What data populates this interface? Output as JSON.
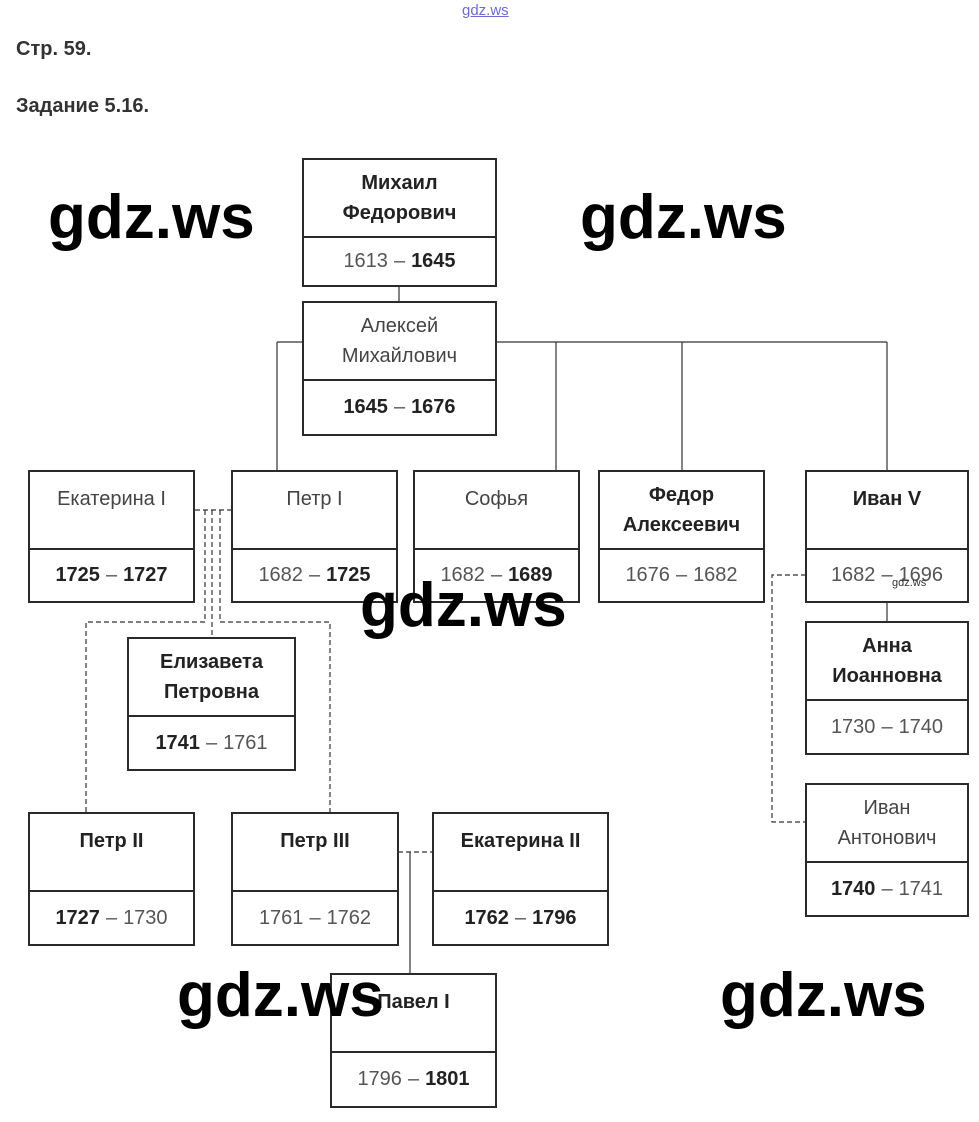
{
  "header": {
    "page": "Стр. 59.",
    "task": "Задание 5.16."
  },
  "watermarks": {
    "top_link": "gdz.ws",
    "large": "gdz.ws",
    "small": "gdz.ws"
  },
  "nodes": {
    "mikhail": {
      "name": "Михаил\nФедорович",
      "y1": "1613",
      "y2": "1645"
    },
    "aleksei": {
      "name": "Алексей\nМихайлович",
      "y1": "1645",
      "y2": "1676"
    },
    "ekaterina1": {
      "name": "Екатерина I",
      "y1": "1725",
      "y2": "1727"
    },
    "petr1": {
      "name": "Петр I",
      "y1": "1682",
      "y2": "1725"
    },
    "sofya": {
      "name": "Софья",
      "y1": "1682",
      "y2": "1689"
    },
    "fedor": {
      "name": "Федор\nАлексеевич",
      "y1": "1676",
      "y2": "1682"
    },
    "ivan5": {
      "name": "Иван V",
      "y1": "1682",
      "y2": "1696"
    },
    "elizaveta": {
      "name": "Елизавета\nПетровна",
      "y1": "1741",
      "y2": "1761"
    },
    "anna": {
      "name": "Анна\nИоанновна",
      "y1": "1730",
      "y2": "1740"
    },
    "petr2": {
      "name": "Петр II",
      "y1": "1727",
      "y2": "1730"
    },
    "petr3": {
      "name": "Петр III",
      "y1": "1761",
      "y2": "1762"
    },
    "ekaterina2": {
      "name": "Екатерина II",
      "y1": "1762",
      "y2": "1796"
    },
    "ivan_ant": {
      "name": "Иван\nАнтонович",
      "y1": "1740",
      "y2": "1741"
    },
    "pavel": {
      "name": "Павел I",
      "y1": "1796",
      "y2": "1801"
    }
  },
  "dash": "–"
}
